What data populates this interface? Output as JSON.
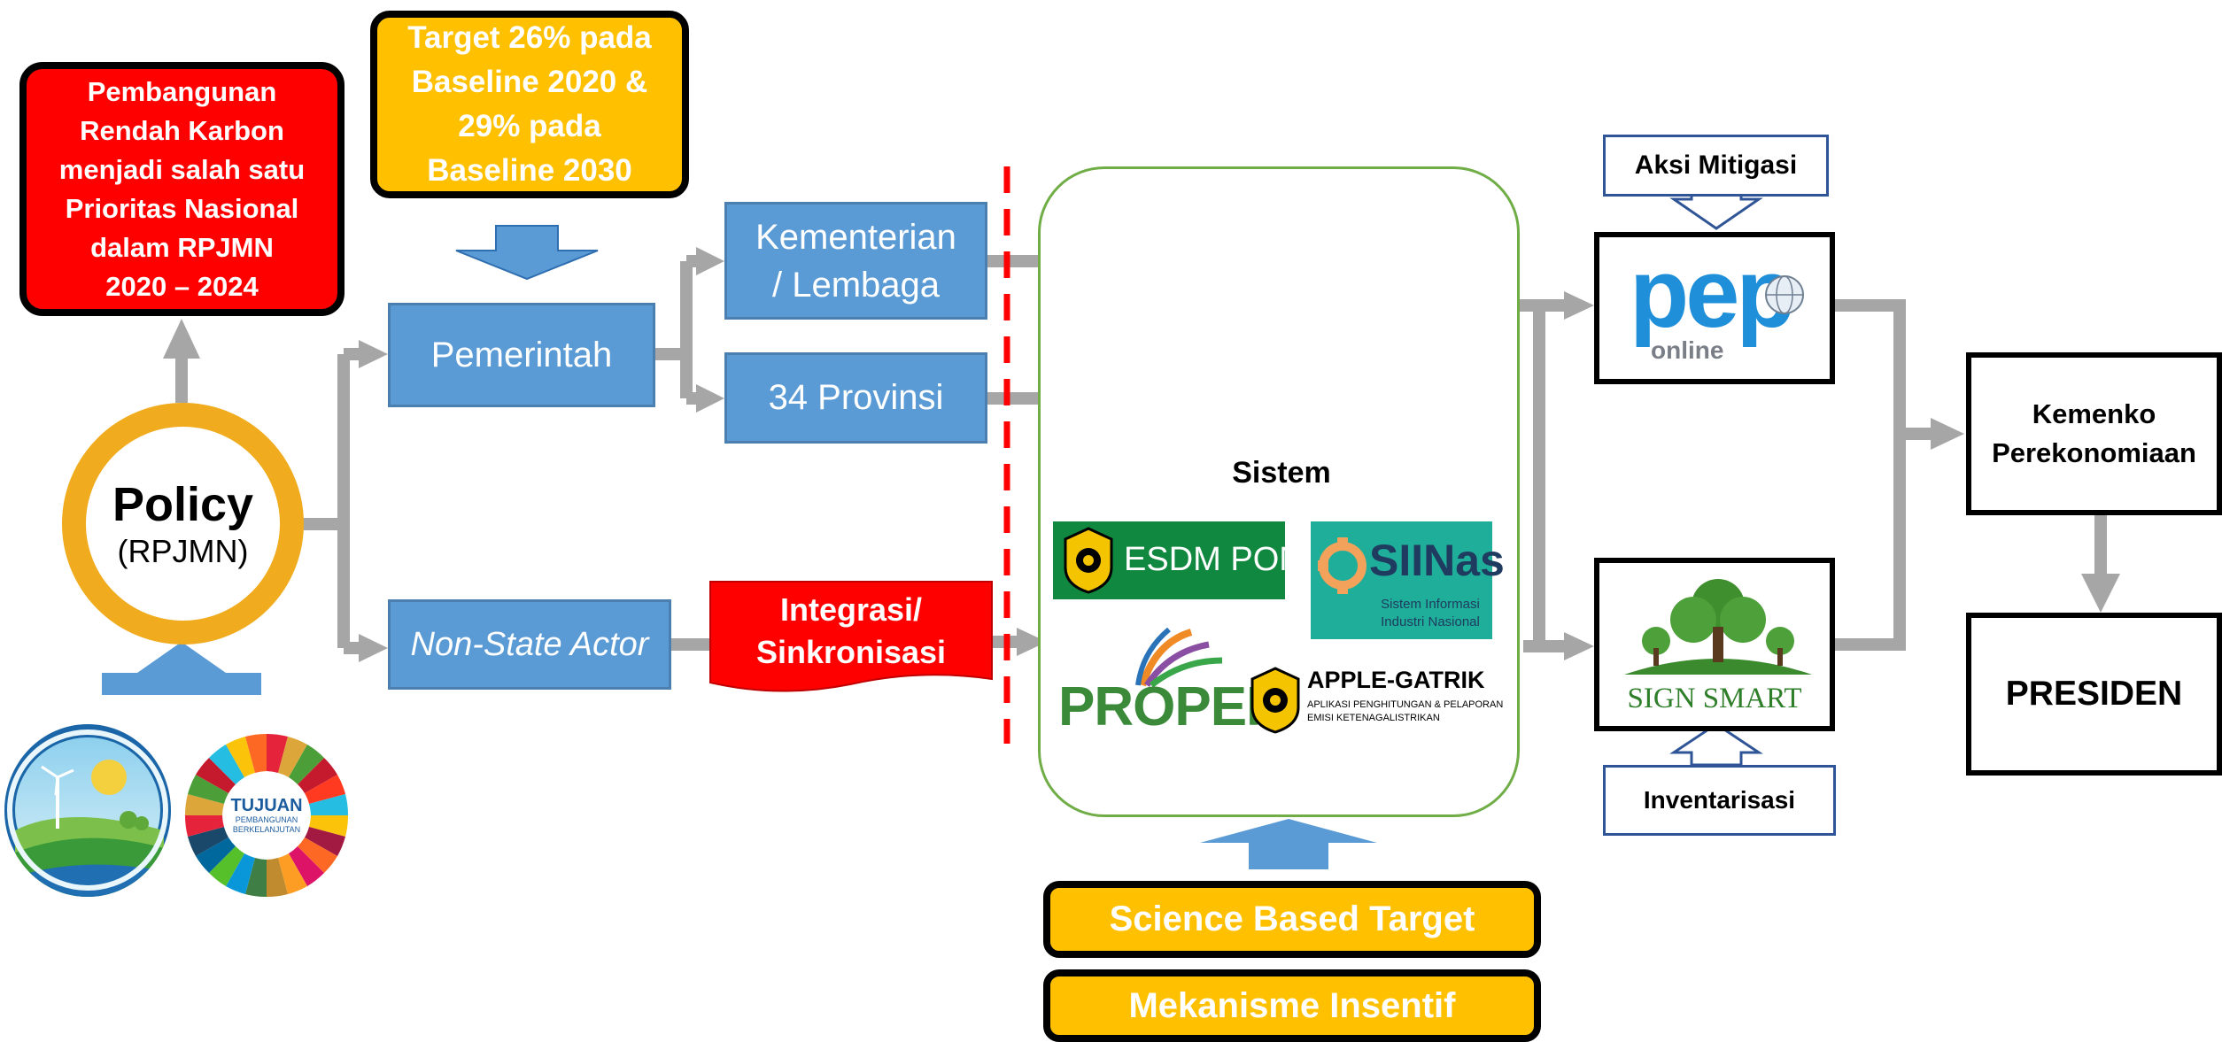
{
  "rpjmn_box": {
    "lines": [
      "Pembangunan",
      "Rendah Karbon",
      "menjadi salah satu",
      "Prioritas Nasional",
      "dalam RPJMN",
      "2020 – 2024"
    ]
  },
  "target_box": {
    "lines": [
      "Target 26% pada",
      "Baseline 2020 &",
      "29% pada",
      "Baseline 2030"
    ]
  },
  "policy": {
    "title": "Policy",
    "subtitle": "(RPJMN)"
  },
  "pemerintah": "Pemerintah",
  "kementerian": {
    "lines": [
      "Kementerian",
      "/ Lembaga"
    ]
  },
  "provinsi": "34 Provinsi",
  "non_state_actor": "Non-State Actor",
  "integrasi": {
    "lines": [
      "Integrasi/",
      "Sinkronisasi"
    ]
  },
  "sistem": {
    "title": "Sistem",
    "esdm_pome": "ESDM POME",
    "siinas": {
      "name": "SIINas",
      "sub_lines": [
        "Sistem Informasi",
        "Industri Nasional"
      ]
    },
    "proper": "PROPER",
    "apple_gatrik": {
      "name": "APPLE-GATRIK",
      "sub_lines": [
        "APLIKASI PENGHITUNGAN & PELAPORAN",
        "EMISI KETENAGALISTRIKAN"
      ]
    }
  },
  "aksi_mitigasi": "Aksi Mitigasi",
  "pep_online": {
    "big": "pep",
    "small": "online"
  },
  "sign_smart": "SIGN SMART",
  "inventarisasi": "Inventarisasi",
  "kemenko": {
    "lines": [
      "Kemenko",
      "Perekonomiaan"
    ]
  },
  "presiden": "PRESIDEN",
  "science_based_target": "Science Based Target",
  "mekanisme_insentif": "Mekanisme Insentif",
  "sdg_logo": {
    "lines": [
      "TUJUAN",
      "PEMBANGUNAN",
      "BERKELANJUTAN"
    ]
  },
  "colors": {
    "red": "#ff0000",
    "yellow": "#ffc000",
    "blue": "#5b9bd5",
    "gray": "#a6a6a6",
    "green_border": "#70ad47"
  }
}
